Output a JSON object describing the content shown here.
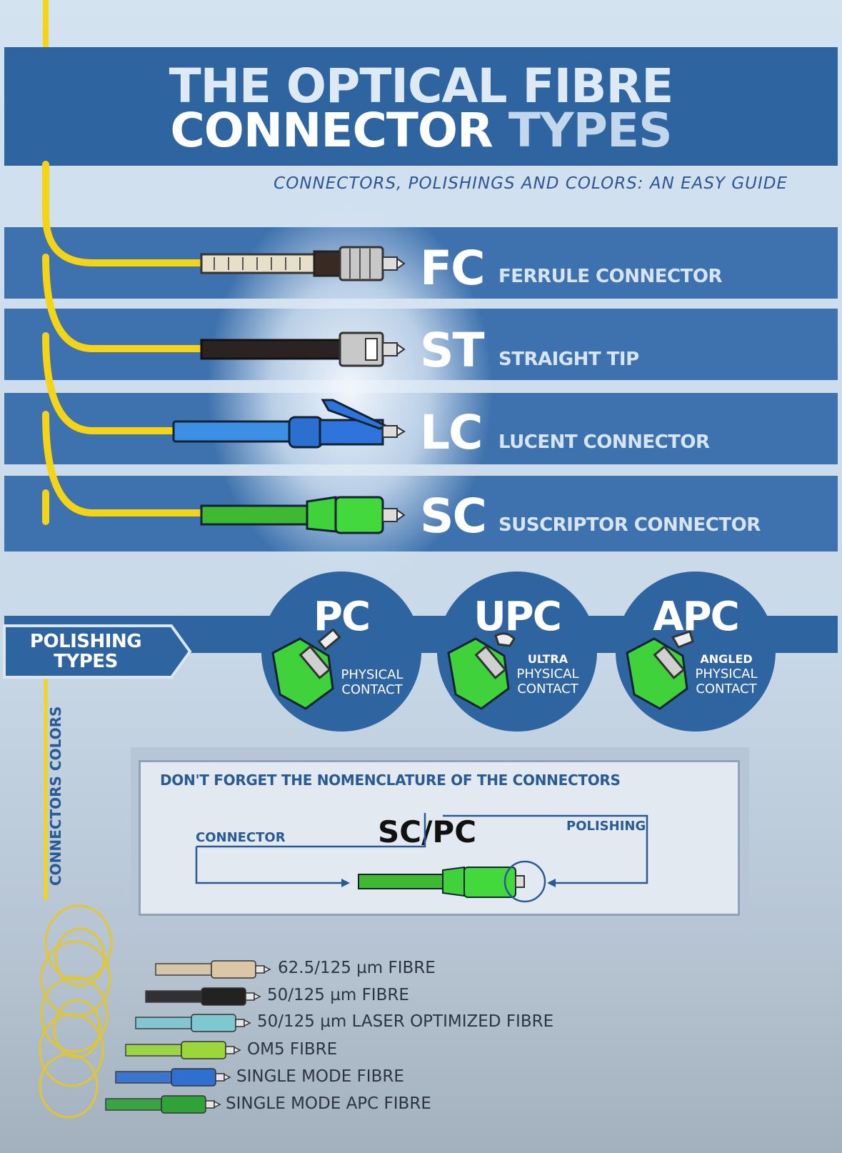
{
  "header": {
    "title_line1": "THE OPTICAL FIBRE",
    "title_line2_word1": "CONNECTOR",
    "title_line2_word2": "TYPES",
    "subtitle": "CONNECTORS, POLISHINGS AND COLORS: AN EASY GUIDE"
  },
  "connectors": [
    {
      "code": "FC",
      "name": "FERRULE CONNECTOR",
      "boot_color": "#e8dfc8",
      "body_color": "#c8c8c8"
    },
    {
      "code": "ST",
      "name": "STRAIGHT TIP",
      "boot_color": "#2a2322",
      "body_color": "#c8c8c8"
    },
    {
      "code": "LC",
      "name": "LUCENT CONNECTOR",
      "boot_color": "#3d8fe6",
      "body_color": "#2b6fd1"
    },
    {
      "code": "SC",
      "name": "SUSCRIPTOR CONNECTOR",
      "boot_color": "#3fb832",
      "body_color": "#3fd23a"
    }
  ],
  "polishing": {
    "label": "POLISHING TYPES",
    "label_line1": "POLISHING",
    "label_line2": "TYPES",
    "types": [
      {
        "code": "PC",
        "line1": "",
        "line2": "PHYSICAL",
        "line3": "CONTACT"
      },
      {
        "code": "UPC",
        "line1": "ULTRA",
        "line2": "PHYSICAL",
        "line3": "CONTACT"
      },
      {
        "code": "APC",
        "line1": "ANGLED",
        "line2": "PHYSICAL",
        "line3": "CONTACT"
      }
    ]
  },
  "nomenclature": {
    "title": "DON'T FORGET THE NOMENCLATURE OF THE CONNECTORS",
    "example": "SC/PC",
    "connector_label": "CONNECTOR",
    "polishing_label": "POLISHING"
  },
  "colors": {
    "label": "CONNECTORS COLORS",
    "items": [
      {
        "label": "62.5/125 µm FIBRE",
        "color": "#d9c7a6"
      },
      {
        "label": "50/125 µm FIBRE",
        "color": "#222222"
      },
      {
        "label": "50/125 µm LASER OPTIMIZED FIBRE",
        "color": "#7ec8cf"
      },
      {
        "label": "OM5 FIBRE",
        "color": "#9bd63a"
      },
      {
        "label": "SINGLE MODE FIBRE",
        "color": "#2f6fd0"
      },
      {
        "label": "SINGLE MODE APC FIBRE",
        "color": "#2fa338"
      }
    ]
  },
  "accent_colors": {
    "blue_dark": "#2e64a0",
    "blue_band": "#3e72ae",
    "fibre_yellow": "#f5d315"
  }
}
